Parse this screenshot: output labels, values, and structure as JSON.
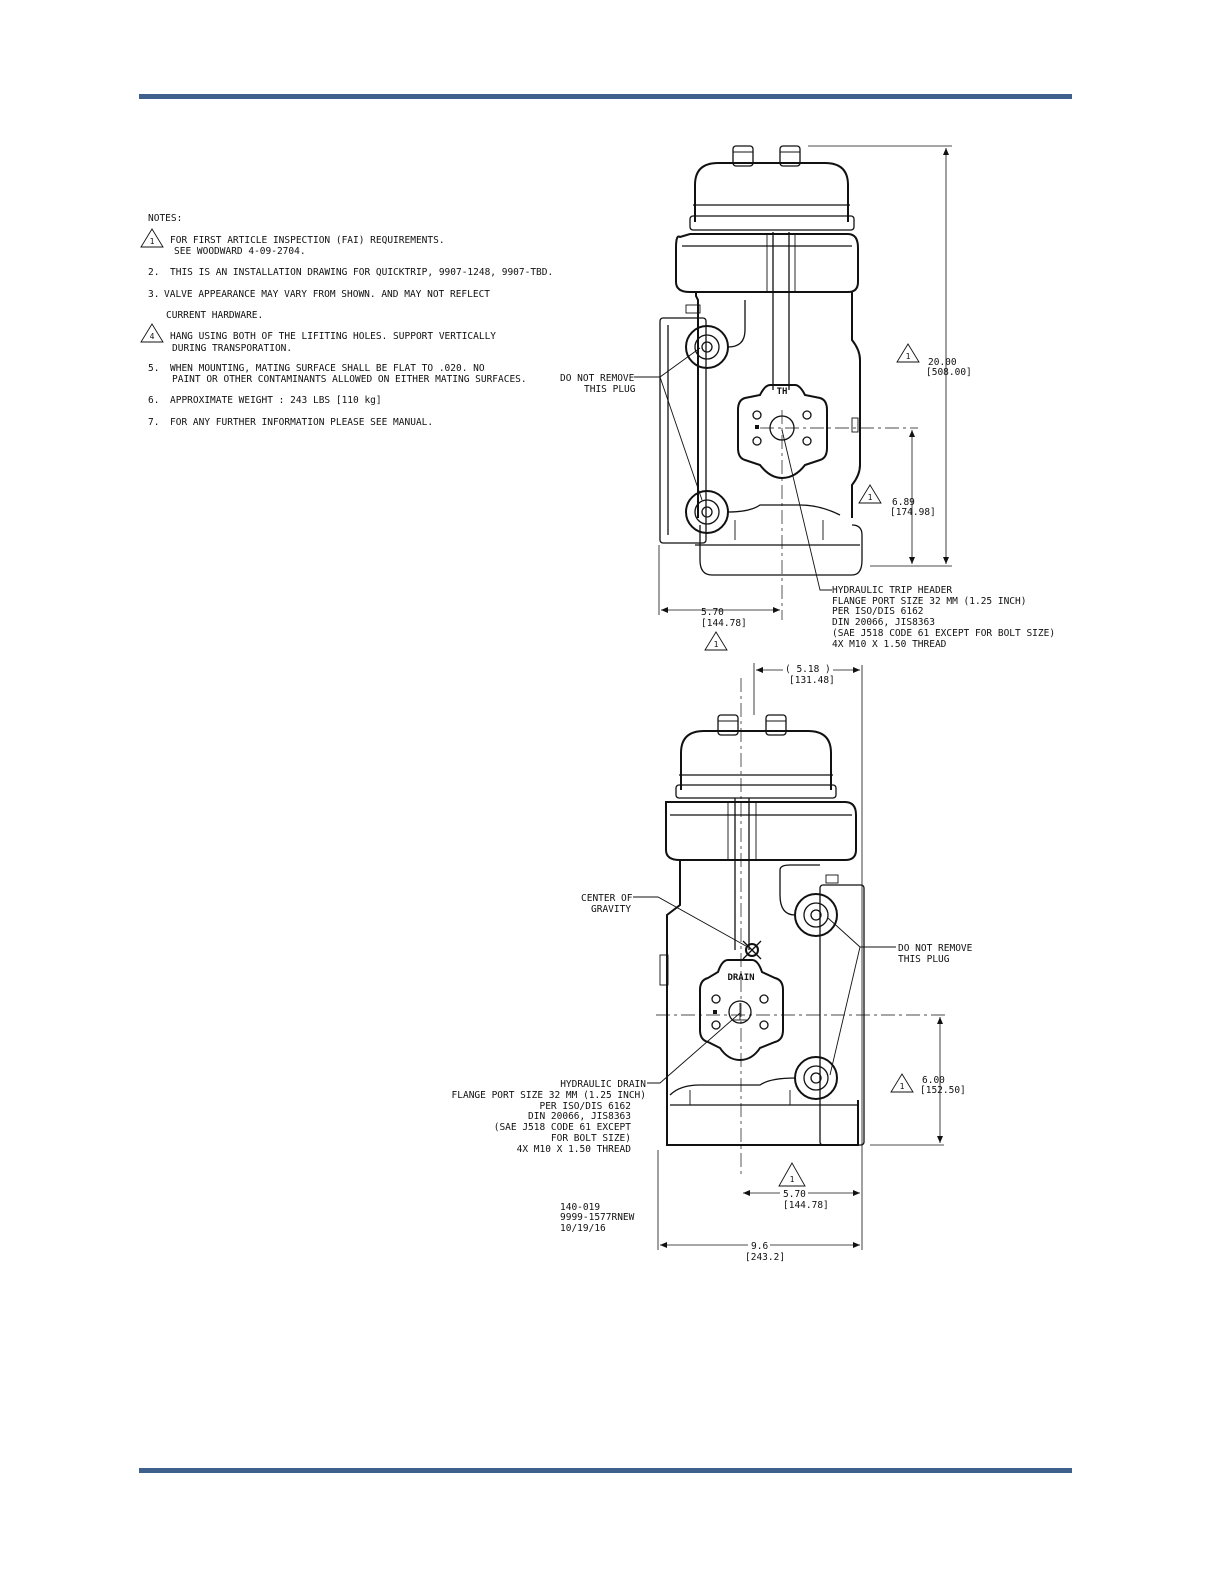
{
  "colors": {
    "rule": "#3f5f8c",
    "ink": "#111111"
  },
  "notes": {
    "heading": "NOTES:",
    "items": [
      {
        "marker": "1",
        "flag": true,
        "lines": [
          "FOR FIRST ARTICLE INSPECTION (FAI) REQUIREMENTS.",
          "SEE WOODWARD 4-09-2704."
        ]
      },
      {
        "marker": "2.",
        "flag": false,
        "lines": [
          "THIS IS AN INSTALLATION DRAWING FOR QUICKTRIP, 9907-1248, 9907-TBD."
        ]
      },
      {
        "marker": "3.",
        "flag": false,
        "lines": [
          "VALVE APPEARANCE MAY VARY FROM SHOWN. AND MAY NOT REFLECT",
          "CURRENT HARDWARE."
        ]
      },
      {
        "marker": "4",
        "flag": true,
        "lines": [
          "HANG USING BOTH OF THE LIFITING HOLES. SUPPORT VERTICALLY",
          "DURING TRANSPORATION."
        ]
      },
      {
        "marker": "5.",
        "flag": false,
        "lines": [
          "WHEN MOUNTING, MATING SURFACE SHALL BE FLAT TO .020. NO",
          "PAINT OR OTHER CONTAMINANTS ALLOWED ON EITHER MATING SURFACES."
        ]
      },
      {
        "marker": "6.",
        "flag": false,
        "lines": [
          "APPROXIMATE WEIGHT : 243 LBS  [110 kg]"
        ]
      },
      {
        "marker": "7.",
        "flag": false,
        "lines": [
          "FOR ANY FURTHER INFORMATION PLEASE SEE MANUAL."
        ]
      }
    ]
  },
  "top_view": {
    "callout_plug": [
      "DO NOT REMOVE",
      "THIS PLUG"
    ],
    "port_label": "TH",
    "dim_height": {
      "flag": "1",
      "value": "20.00",
      "metric": "[508.00]"
    },
    "dim_port_height": {
      "flag": "1",
      "value": "6.89",
      "metric": "[174.98]"
    },
    "dim_width": {
      "flag": "1",
      "value": "5.70",
      "metric": "[144.78]"
    },
    "callout_header": [
      "HYDRAULIC TRIP HEADER",
      "FLANGE PORT SIZE 32 MM (1.25 INCH)",
      "PER ISO/DIS 6162",
      "DIN 20066, JIS8363",
      "(SAE J518 CODE 61 EXCEPT FOR BOLT SIZE)",
      "4X M10 X 1.50 THREAD"
    ]
  },
  "bottom_view": {
    "dim_top": {
      "value": "( 5.18  )",
      "metric": "[131.48]"
    },
    "callout_cog": [
      "CENTER OF",
      "GRAVITY"
    ],
    "port_label": "DRAIN",
    "callout_plug": [
      "DO NOT REMOVE",
      "THIS PLUG"
    ],
    "dim_port_height": {
      "flag": "1",
      "value": "6.00",
      "metric": "[152.50]"
    },
    "callout_drain": [
      "HYDRAULIC DRAIN",
      "FLANGE PORT SIZE 32 MM (1.25 INCH)",
      "PER ISO/DIS 6162",
      "DIN 20066, JIS8363",
      "(SAE J518 CODE 61 EXCEPT",
      "FOR BOLT SIZE)",
      "4X M10 X 1.50 THREAD"
    ],
    "dim_offset": {
      "flag": "1",
      "value": "5.70",
      "metric": "[144.78]"
    },
    "dim_total": {
      "value": "9.6",
      "metric": "[243.2]"
    },
    "drawing_ids": [
      "140-019",
      "9999-1577RNEW",
      "10/19/16"
    ]
  }
}
